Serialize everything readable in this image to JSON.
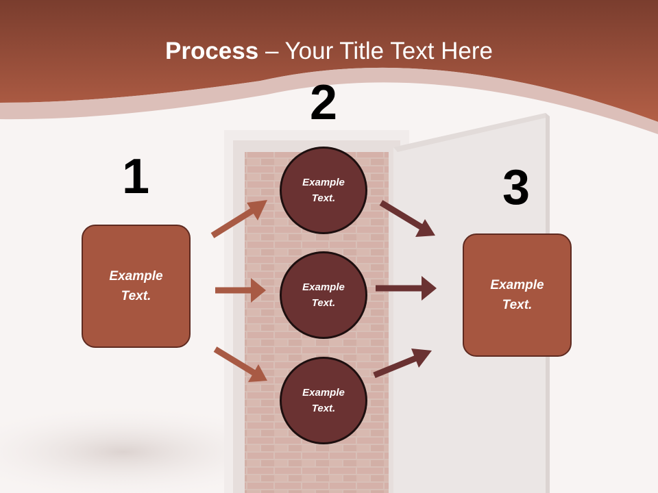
{
  "title": {
    "bold": "Process",
    "rest": " – Your Title Text Here"
  },
  "steps": [
    {
      "number": "1"
    },
    {
      "number": "2"
    },
    {
      "number": "3"
    }
  ],
  "boxes": {
    "left": "Example\nText.",
    "right": "Example\nText."
  },
  "circles": [
    {
      "text": "Example\nText."
    },
    {
      "text": "Example\nText."
    },
    {
      "text": "Example\nText."
    }
  ],
  "colors": {
    "banner": "#a85a42",
    "box_fill": "#a65640",
    "circle_fill": "#6a3232",
    "arrow_left": "#a85a44",
    "arrow_right": "#6a3232"
  }
}
